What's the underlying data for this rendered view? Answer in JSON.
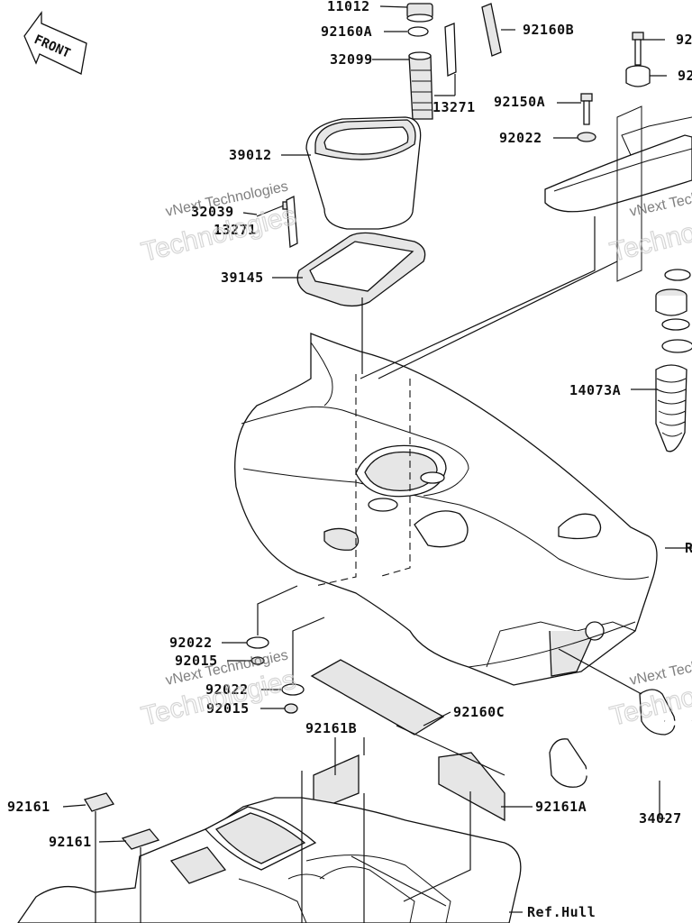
{
  "front_label": "FRONT",
  "watermark": {
    "small": "vNext Technologies",
    "big": "Technologies"
  },
  "callouts": [
    {
      "id": "11012",
      "text": "11012"
    },
    {
      "id": "92160A",
      "text": "92160A"
    },
    {
      "id": "32099",
      "text": "32099"
    },
    {
      "id": "92160B",
      "text": "92160B"
    },
    {
      "id": "13271a",
      "text": "13271"
    },
    {
      "id": "92150A",
      "text": "92150A"
    },
    {
      "id": "92022a",
      "text": "92022"
    },
    {
      "id": "39012",
      "text": "39012"
    },
    {
      "id": "32039",
      "text": "32039"
    },
    {
      "id": "13271b",
      "text": "13271"
    },
    {
      "id": "39145",
      "text": "39145"
    },
    {
      "id": "14073A",
      "text": "14073A"
    },
    {
      "id": "92022b",
      "text": "92022"
    },
    {
      "id": "92015a",
      "text": "92015"
    },
    {
      "id": "92022c",
      "text": "92022"
    },
    {
      "id": "92015b",
      "text": "92015"
    },
    {
      "id": "92160C",
      "text": "92160C"
    },
    {
      "id": "92161B",
      "text": "92161B"
    },
    {
      "id": "92161a",
      "text": "92161"
    },
    {
      "id": "92161b",
      "text": "92161"
    },
    {
      "id": "92161A",
      "text": "92161A"
    },
    {
      "id": "34027",
      "text": "34027"
    },
    {
      "id": "refhull",
      "text": "Ref.Hull"
    },
    {
      "id": "cut92r1",
      "text": "92"
    },
    {
      "id": "cut92r2",
      "text": "92"
    },
    {
      "id": "cutR",
      "text": "R"
    }
  ]
}
